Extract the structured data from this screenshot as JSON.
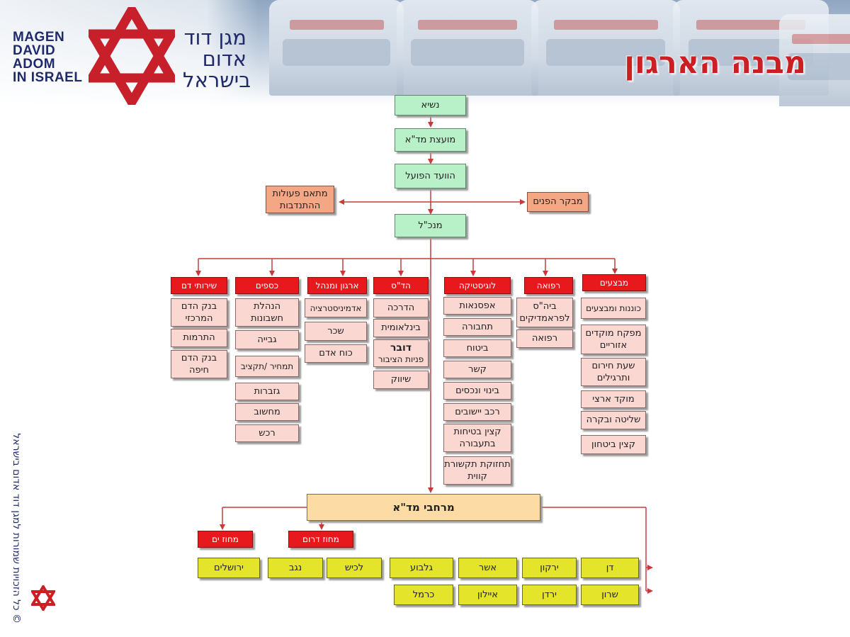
{
  "header": {
    "logo_en": [
      "MAGEN",
      "DAVID",
      "ADOM",
      "IN ISRAEL"
    ],
    "logo_he": [
      "מגן דוד",
      "אדום",
      "בישראל"
    ],
    "title": "מבנה הארגון"
  },
  "side_note": "© כל הזכויות שמורות למגן דוד אדום בישראל",
  "colors": {
    "brand_red": "#cc1f24",
    "brand_blue": "#1f2a6b",
    "connector": "#c83a3a"
  },
  "chart": {
    "top": {
      "president": "נשיא",
      "council": "מועצת מד\"א",
      "exec": "הוועד הפועל",
      "ceo": "מנכ\"ל"
    },
    "side_left": [
      "מתאם פעולות",
      "ההתנדבות"
    ],
    "side_right": "מבקר הפנים",
    "divisions": [
      {
        "name": "שירותי דם",
        "items": [
          "בנק הדם המרכזי",
          "התרמות",
          "בנק הדם חיפה"
        ]
      },
      {
        "name": "כספים",
        "items": [
          "הנהלת חשבונות",
          "גבייה",
          "תמחיר /תקציב",
          "גזברות",
          "מחשוב",
          "רכש"
        ]
      },
      {
        "name": "ארגון ומנהל",
        "items": [
          "אדמיניסטרציה",
          "שכר",
          "כוח אדם"
        ]
      },
      {
        "name": "הד\"ס",
        "items": [
          "הדרכה",
          "בינלאומית",
          "דובר",
          "פניות הציבור",
          "שיווק"
        ]
      },
      {
        "name": "לוגיסטיקה",
        "items": [
          "אפסנאות",
          "תחבורה",
          "ביטוח",
          "קשר",
          "בינוי ונכסים",
          "רכב יישובים",
          "קצין בטיחות בתעבורה",
          "תחזוקת תקשורת קווית"
        ]
      },
      {
        "name": "רפואה",
        "items": [
          "ביה\"ס לפראמדיקים",
          "רפואה"
        ]
      },
      {
        "name": "מבצעים",
        "items": [
          "כוננות ומבצעים",
          "מפקח מוקדים אזוריים",
          "שעת חירום ותרגילים",
          "מוקד ארצי",
          "שליטה ובקרה",
          "קצין ביטחון"
        ]
      }
    ],
    "regions_label": "מרחבי מד\"א",
    "districts": [
      {
        "name": "מחוז ים",
        "items": [
          "ירושלים"
        ]
      },
      {
        "name": "מחוז דרום",
        "items": [
          "נגב",
          "לכיש"
        ]
      }
    ],
    "regions_top": [
      "דן",
      "ירקון",
      "אשר",
      "גלבוע"
    ],
    "regions_bottom": [
      "שרון",
      "ירדן",
      "איילון",
      "כרמל"
    ]
  }
}
